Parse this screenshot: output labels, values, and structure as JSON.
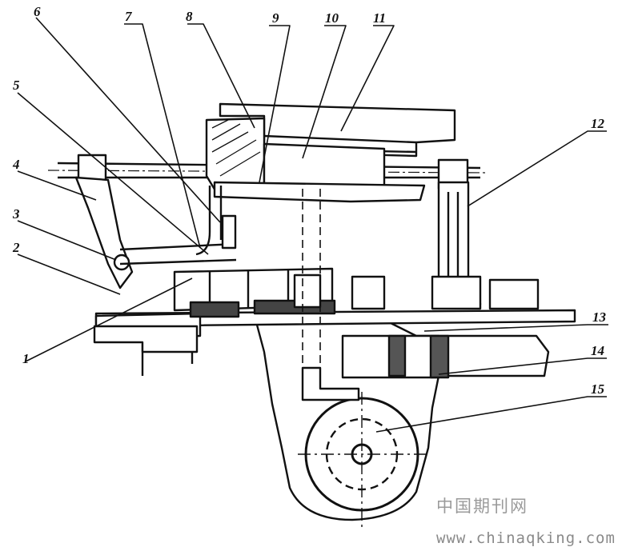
{
  "callouts": {
    "c1": "1",
    "c2": "2",
    "c3": "3",
    "c4": "4",
    "c5": "5",
    "c6": "6",
    "c7": "7",
    "c8": "8",
    "c9": "9",
    "c10": "10",
    "c11": "11",
    "c12": "12",
    "c13": "13",
    "c14": "14",
    "c15": "15"
  },
  "watermark": {
    "site_name": "中国期刊网",
    "url": "www.chinaqking.com"
  }
}
